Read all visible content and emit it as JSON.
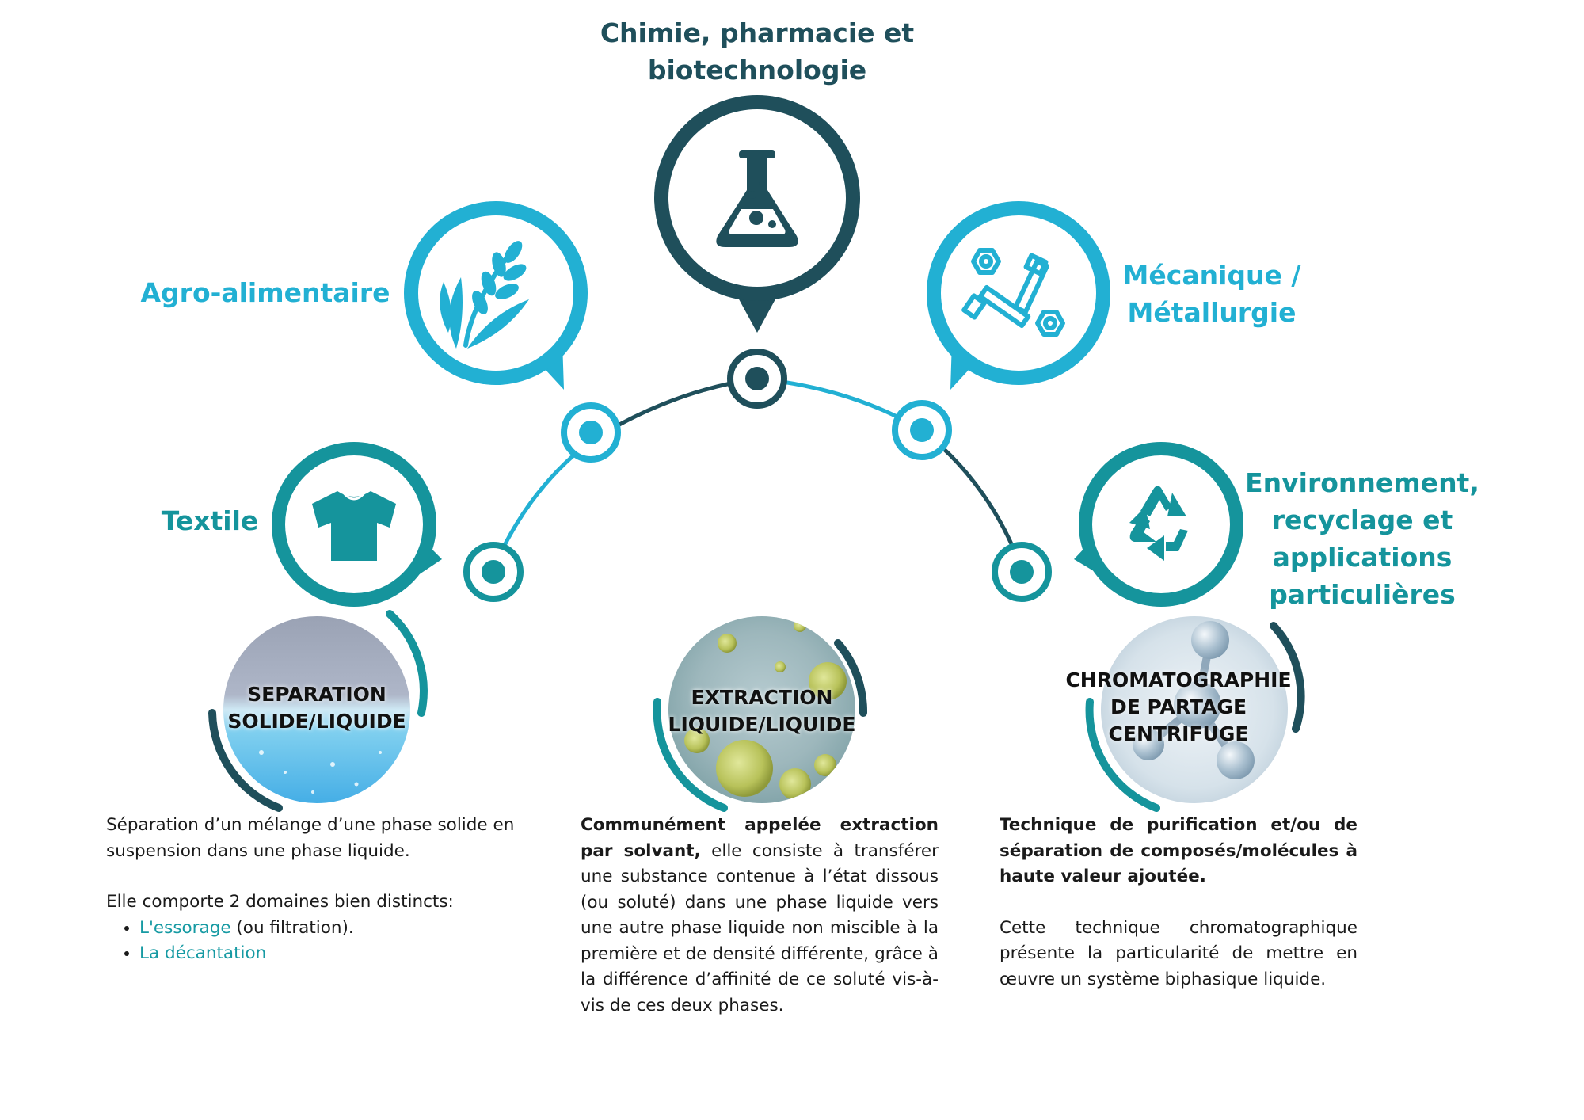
{
  "colors": {
    "dark_teal": "#1f4f5b",
    "light_blue": "#22b0d3",
    "teal": "#15949c"
  },
  "sectors": {
    "chimie": {
      "line1": "Chimie, pharmacie et",
      "line2": "biotechnologie",
      "icon": "flask-icon"
    },
    "agro": {
      "line1": "Agro-alimentaire",
      "icon": "wheat-icon"
    },
    "mecanique": {
      "line1": "Mécanique /",
      "line2": "Métallurgie",
      "icon": "bolts-nuts-icon"
    },
    "textile": {
      "line1": "Textile",
      "icon": "tshirt-icon"
    },
    "environnement": {
      "line1": "Environnement,",
      "line2": "recyclage et",
      "line3": "applications",
      "line4": "particulières",
      "icon": "recycle-icon"
    }
  },
  "processes": {
    "separation": {
      "title1": "SEPARATION",
      "title2": "SOLIDE/LIQUIDE",
      "desc1": "Séparation d’un mélange d’une phase solide en suspension dans une phase liquide.",
      "desc2": "Elle comporte 2 domaines bien distincts:",
      "item1_link": "L'essorage",
      "item1_rest": " (ou filtration).",
      "item2_link": "La décantation"
    },
    "extraction": {
      "title1": "EXTRACTION",
      "title2": "LIQUIDE/LIQUIDE",
      "desc_bold": "Communément appelée extraction par solvant,",
      "desc_rest": " elle consiste à transférer une substance contenue à l’état dissous (ou soluté) dans une phase liquide vers une autre phase liquide non miscible à la première et de densité différente, grâce à la différence d’affinité de ce soluté vis-à-vis de ces deux phases."
    },
    "chromatographie": {
      "title1": "CHROMATOGRAPHIE",
      "title2": "DE PARTAGE",
      "title3": "CENTRIFUGE",
      "desc_bold": "Technique de purification et/ou de séparation de composés/molécules à haute valeur ajoutée.",
      "desc2": "Cette technique chromatographique présente la particularité de mettre en œuvre un système biphasique liquide."
    }
  }
}
